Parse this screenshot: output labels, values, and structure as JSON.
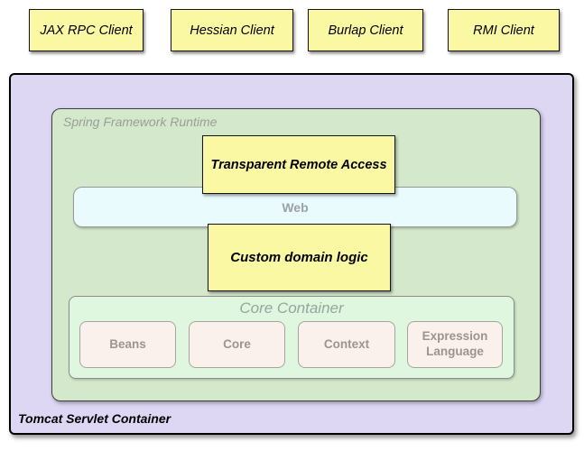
{
  "colors": {
    "client_fill": "#fbf8a3",
    "lavender_fill": "#ddd7f4",
    "spring_fill": "#d4e8cb",
    "web_fill": "#e9fbfc",
    "core_fill": "#def7de",
    "module_fill": "#faf1ec"
  },
  "clients": [
    {
      "label": "JAX RPC Client"
    },
    {
      "label": "Hessian Client"
    },
    {
      "label": "Burlap Client"
    },
    {
      "label": "RMI Client"
    }
  ],
  "tomcat": {
    "label": "Tomcat Servlet Container"
  },
  "spring": {
    "label": "Spring Framework Runtime"
  },
  "remote_access": {
    "label": "Transparent Remote Access"
  },
  "web": {
    "label": "Web"
  },
  "domain_logic": {
    "label": "Custom domain logic"
  },
  "core_container": {
    "title": "Core Container",
    "modules": [
      {
        "label": "Beans"
      },
      {
        "label": "Core"
      },
      {
        "label": "Context"
      },
      {
        "label": "Expression Language"
      }
    ]
  }
}
